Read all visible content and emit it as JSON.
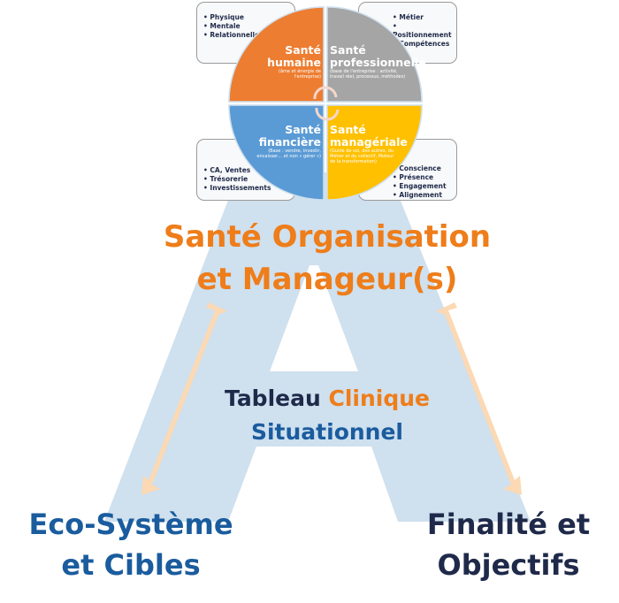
{
  "colors": {
    "orange": "#ED7D31",
    "gray": "#A5A5A5",
    "blue": "#5B9BD5",
    "gold": "#FFC000",
    "navy": "#1F2A4A",
    "title_orange": "#EE7D1A",
    "eco_blue": "#1A5C9E"
  },
  "quadrants": {
    "humaine": {
      "title1": "Santé",
      "title2": "humaine",
      "desc": "(âme et énergie de l'entreprise)",
      "items": [
        "Physique",
        "Mentale",
        "Relationnelle"
      ]
    },
    "professionnelle": {
      "title1": "Santé",
      "title2": "professionnelle",
      "desc": "(base de l'entreprise : activité, travail réel, processus, méthodes)",
      "items": [
        "Métier",
        "Positionnement",
        "Compétences"
      ]
    },
    "financiere": {
      "title1": "Santé",
      "title2": "financière",
      "desc": "(Base : vendre, investir, encaisser… et non « gérer »)",
      "items": [
        "CA, Ventes",
        "Trésorerie",
        "Investissements"
      ]
    },
    "manageriale": {
      "title1": "Santé",
      "title2": "managériale",
      "desc": "(Guide de soi, des autres, du Métier et du collectif, Moteur de la transformation)",
      "items": [
        "Conscience",
        "Présence",
        "Engagement",
        "Alignement"
      ]
    }
  },
  "title": {
    "line1": "Santé Organisation",
    "line2": "et Manageur(s)"
  },
  "center": {
    "w1": "Tableau",
    "w2": "Clinique",
    "line2": "Situationnel"
  },
  "left": {
    "line1": "Eco-Système",
    "line2": "et Cibles"
  },
  "right": {
    "line1": "Finalité et",
    "line2": "Objectifs"
  }
}
